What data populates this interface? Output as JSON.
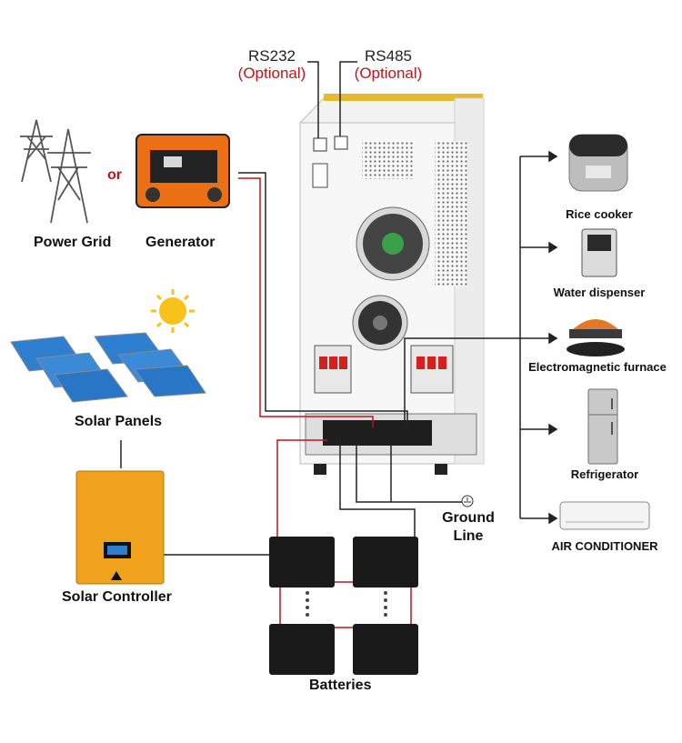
{
  "ports": {
    "rs232": {
      "name": "RS232",
      "note": "(Optional)"
    },
    "rs485": {
      "name": "RS485",
      "note": "(Optional)"
    }
  },
  "sources": {
    "power_grid": "Power Grid",
    "or": "or",
    "generator": "Generator",
    "solar_panels": "Solar Panels",
    "solar_controller": "Solar Controller",
    "batteries": "Batteries",
    "ground_line_1": "Ground",
    "ground_line_2": "Line"
  },
  "loads": {
    "rice_cooker": "Rice cooker",
    "water_dispenser": "Water dispenser",
    "electromagnetic_furnace": "Electromagnetic furnace",
    "refrigerator": "Refrigerator",
    "air_conditioner": "AIR CONDITIONER"
  },
  "colors": {
    "wire_red": "#c0141b",
    "wire_black": "#222222",
    "controller_orange": "#f0a21c",
    "panel_blue": "#2f7fd0",
    "sun_yellow": "#f7c21a"
  }
}
